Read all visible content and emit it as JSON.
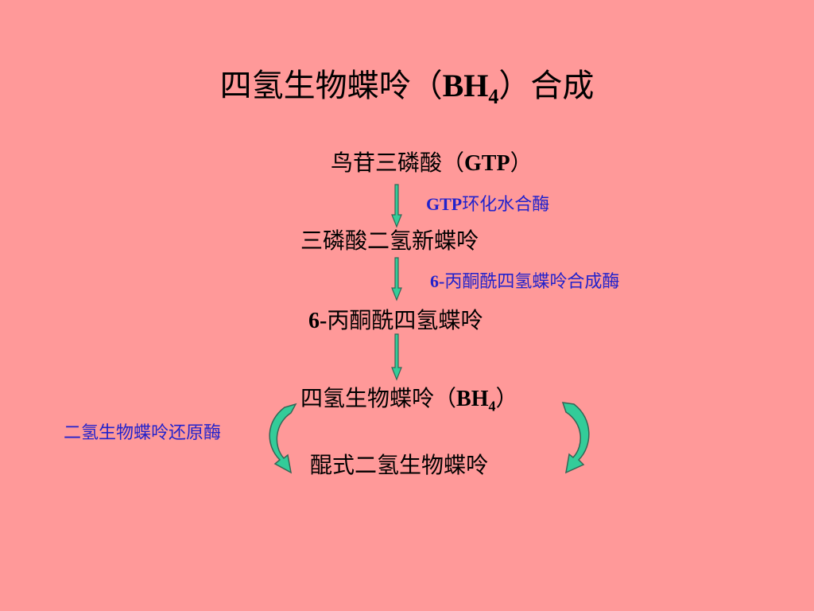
{
  "title": {
    "main": "四氢生物蝶呤（",
    "bh": "BH",
    "sub": "4",
    "tail": "）合成"
  },
  "nodes": {
    "gtp": {
      "prefix": "鸟苷三磷酸（",
      "bold": "GTP",
      "suffix": "）"
    },
    "dihydroneopterin": "三磷酸二氢新蝶呤",
    "ptp": {
      "bold": "6-",
      "rest": "丙酮酰四氢蝶呤"
    },
    "bh4": {
      "prefix": "四氢生物蝶呤（",
      "bold": "BH",
      "sub": "4",
      "suffix": "）"
    },
    "quinonoid": "醌式二氢生物蝶呤"
  },
  "enzymes": {
    "gtp_cyclohydrolase": {
      "bold": "GTP",
      "rest": "环化水合酶"
    },
    "ptps": {
      "bold": "6-",
      "rest": "丙酮酰四氢蝶呤合成酶"
    },
    "dhpr": "二氢生物蝶呤还原酶"
  },
  "colors": {
    "background": "#ff9999",
    "enzyme_text": "#2222cc",
    "arrow_fill": "#33cc99",
    "arrow_stroke": "#336655"
  }
}
